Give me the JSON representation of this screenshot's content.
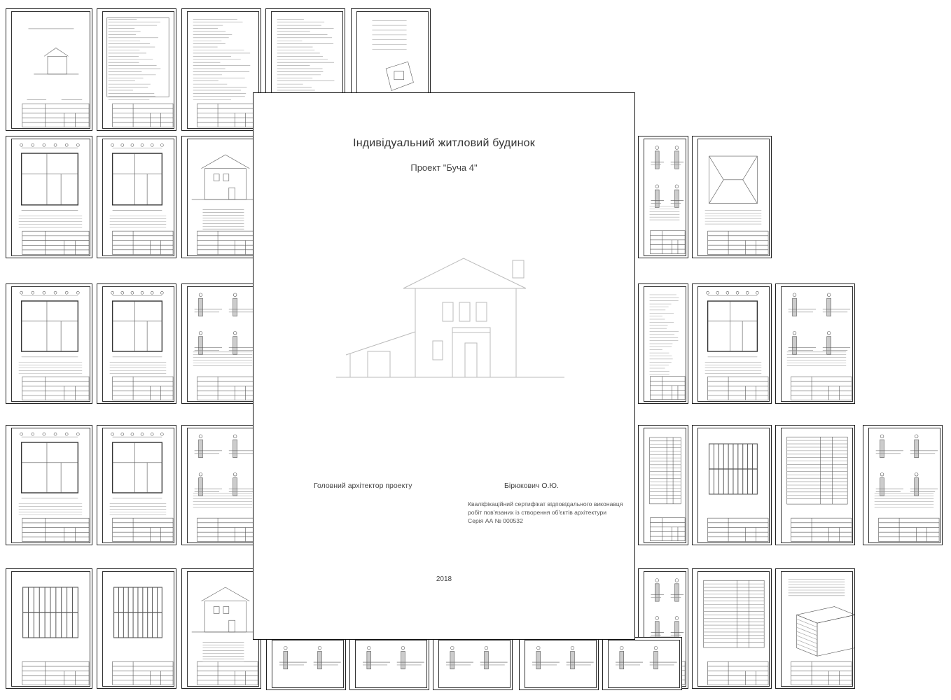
{
  "cover": {
    "title": "Індивідуальний житловий будинок",
    "subtitle": "Проект \"Буча 4\"",
    "architect_label": "Головний архітектор проекту",
    "architect_name": "Бірюкович О.Ю.",
    "certificate_lines": [
      "Кваліфікаційний сертифікат відповідального  виконавця",
      " робіт пов'язаних із створення об'єктів архітектури",
      "Серія АА № 000532"
    ],
    "year": "2018"
  },
  "thumbnails": {
    "count": 50,
    "sheet_types": [
      "title-page",
      "text-notes",
      "floor-plan",
      "elevation",
      "details",
      "roof-plan",
      "spec-table",
      "framing-plan",
      "3d-view"
    ]
  }
}
